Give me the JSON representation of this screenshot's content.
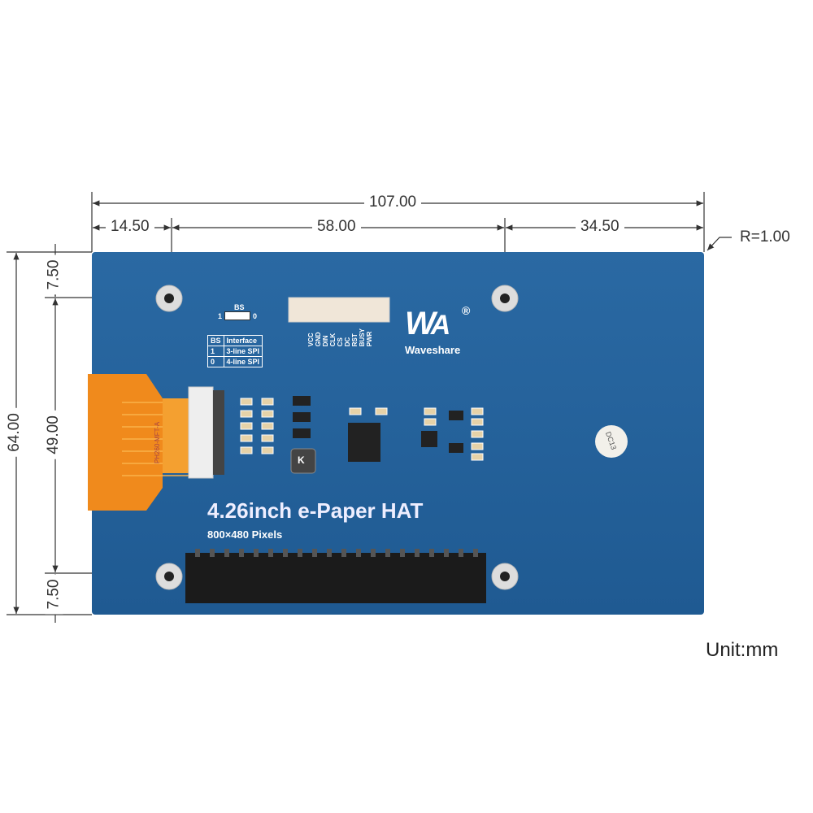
{
  "dimensions": {
    "total_width": "107.00",
    "left_offset": "14.50",
    "hole_spacing": "58.00",
    "right_offset": "34.50",
    "corner_radius": "R=1.00",
    "total_height": "64.00",
    "top_offset": "7.50",
    "hole_vertical": "49.00",
    "bottom_offset": "7.50",
    "unit": "Unit:mm"
  },
  "board": {
    "title": "4.26inch e-Paper HAT",
    "subtitle": "800×480 Pixels",
    "brand": "Waveshare",
    "registered": "®",
    "bs_label": "BS",
    "bs_one": "1",
    "bs_zero": "0",
    "interface_table": {
      "headers": [
        "BS",
        "Interface"
      ],
      "rows": [
        [
          "1",
          "3-line SPI"
        ],
        [
          "0",
          "4-line SPI"
        ]
      ]
    },
    "pins": [
      "VCC",
      "GND",
      "DIN",
      "CLK",
      "CS",
      "DC",
      "RST",
      "BUSY",
      "PWR"
    ],
    "inductor_mark": "K",
    "fpc_label": "PH260-MFT-A",
    "sticker": "DC13"
  },
  "colors": {
    "board": "#2364a0",
    "fpc": "#f08a1c"
  }
}
